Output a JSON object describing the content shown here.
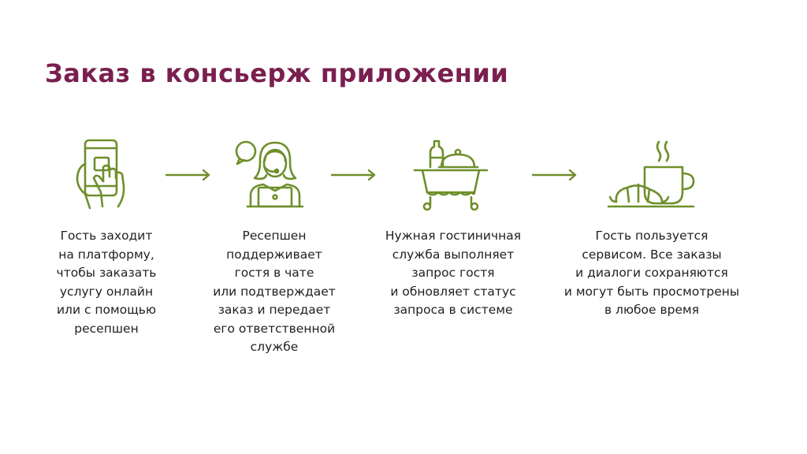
{
  "slide": {
    "title": "Заказ в консьерж приложении",
    "accent_color": "#7a1f4f",
    "icon_color": "#6e8f2b",
    "text_color": "#1f1f1f"
  },
  "steps": [
    {
      "icon": "phone-tap-icon",
      "text": "Гость заходит\nна платформу,\nчтобы заказать\nуслугу онлайн\nили с помощью\nресепшен"
    },
    {
      "icon": "receptionist-icon",
      "text": "Ресепшен\nподдерживает\nгостя в чате\nили подтверждает\nзаказ и передает\nего ответственной\nслужбе"
    },
    {
      "icon": "room-service-cart-icon",
      "text": "Нужная гостиничная\nслужба выполняет\nзапрос гостя\nи обновляет статус\nзапроса в системе"
    },
    {
      "icon": "coffee-croissant-icon",
      "text": "Гость пользуется\nсервисом. Все заказы\nи диалоги сохраняются\nи могут быть просмотрены\nв любое время"
    }
  ]
}
